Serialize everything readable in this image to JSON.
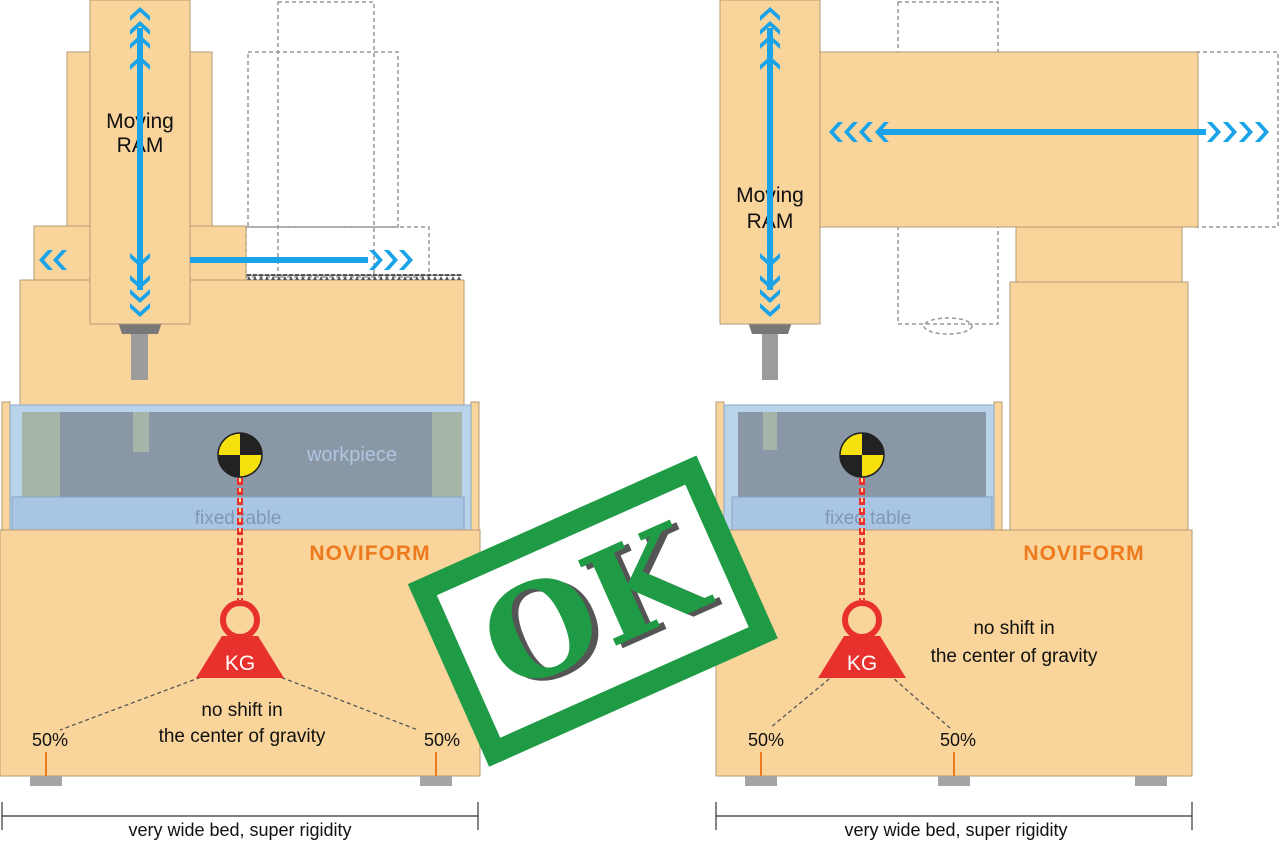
{
  "left": {
    "ram_label_1": "Moving",
    "ram_label_2": "RAM",
    "workpiece_label": "workpiece",
    "table_label": "fixed table",
    "brand": "NOVIFORM",
    "weight_label": "KG",
    "gravity_line_1": "no shift in",
    "gravity_line_2": "the center of gravity",
    "support_left": "50%",
    "support_right": "50%",
    "bed_caption": "very wide bed, super rigidity"
  },
  "right": {
    "ram_label_1": "Moving",
    "ram_label_2": "RAM",
    "table_label": "fixed table",
    "brand": "NOVIFORM",
    "weight_label": "KG",
    "gravity_line_1": "no shift in",
    "gravity_line_2": "the center of gravity",
    "support_left": "50%",
    "support_right": "50%",
    "bed_caption": "very wide bed, super rigidity"
  },
  "stamp": {
    "text": "OK"
  },
  "colors": {
    "machine_body": "#f9d49b",
    "machine_outline": "#b69a74",
    "arrow": "#1aa3e8",
    "chain_weight": "#e8312d",
    "brand": "#ee7a1e",
    "stamp": "#1f9a45",
    "table": "#a8c6e4",
    "workpiece": "#8a97a6"
  },
  "icons": [
    "double-arrow-icon",
    "chain-weight-icon",
    "center-of-gravity-icon",
    "ok-stamp-icon"
  ]
}
